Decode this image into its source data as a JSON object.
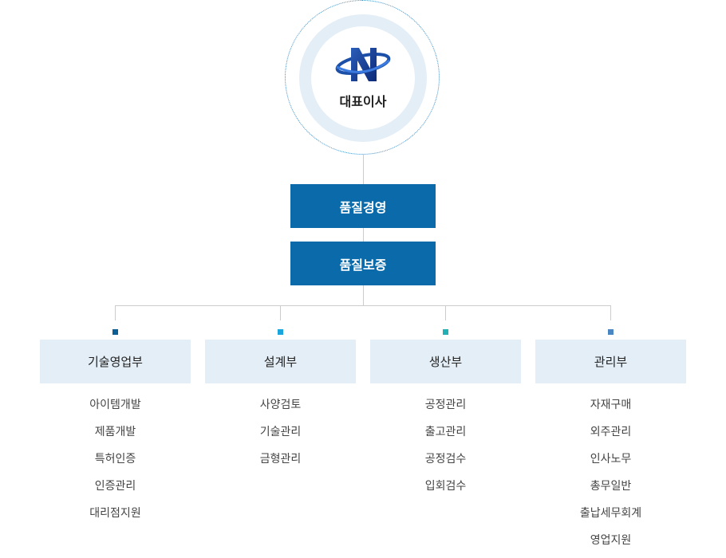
{
  "ceo": {
    "label": "대표이사",
    "logo_icon": "company-n-logo-icon"
  },
  "quality_units": [
    {
      "label": "품질경영"
    },
    {
      "label": "품질보증"
    }
  ],
  "departments": [
    {
      "name": "기술영업부",
      "marker_color": "#0b5f95",
      "items": [
        "아이템개발",
        "제품개발",
        "특허인증",
        "인증관리",
        "대리점지원"
      ]
    },
    {
      "name": "설계부",
      "marker_color": "#1aa5dd",
      "items": [
        "사양검토",
        "기술관리",
        "금형관리"
      ]
    },
    {
      "name": "생산부",
      "marker_color": "#22b0b5",
      "items": [
        "공정관리",
        "출고관리",
        "공정검수",
        "입회검수"
      ]
    },
    {
      "name": "관리부",
      "marker_color": "#4a86c2",
      "items": [
        "자재구매",
        "외주관리",
        "인사노무",
        "총무일반",
        "출납세무회계",
        "영업지원"
      ]
    }
  ],
  "colors": {
    "primary_box": "#0b6aa9",
    "dept_bg": "#e3eef7",
    "connector": "#cccccc"
  }
}
